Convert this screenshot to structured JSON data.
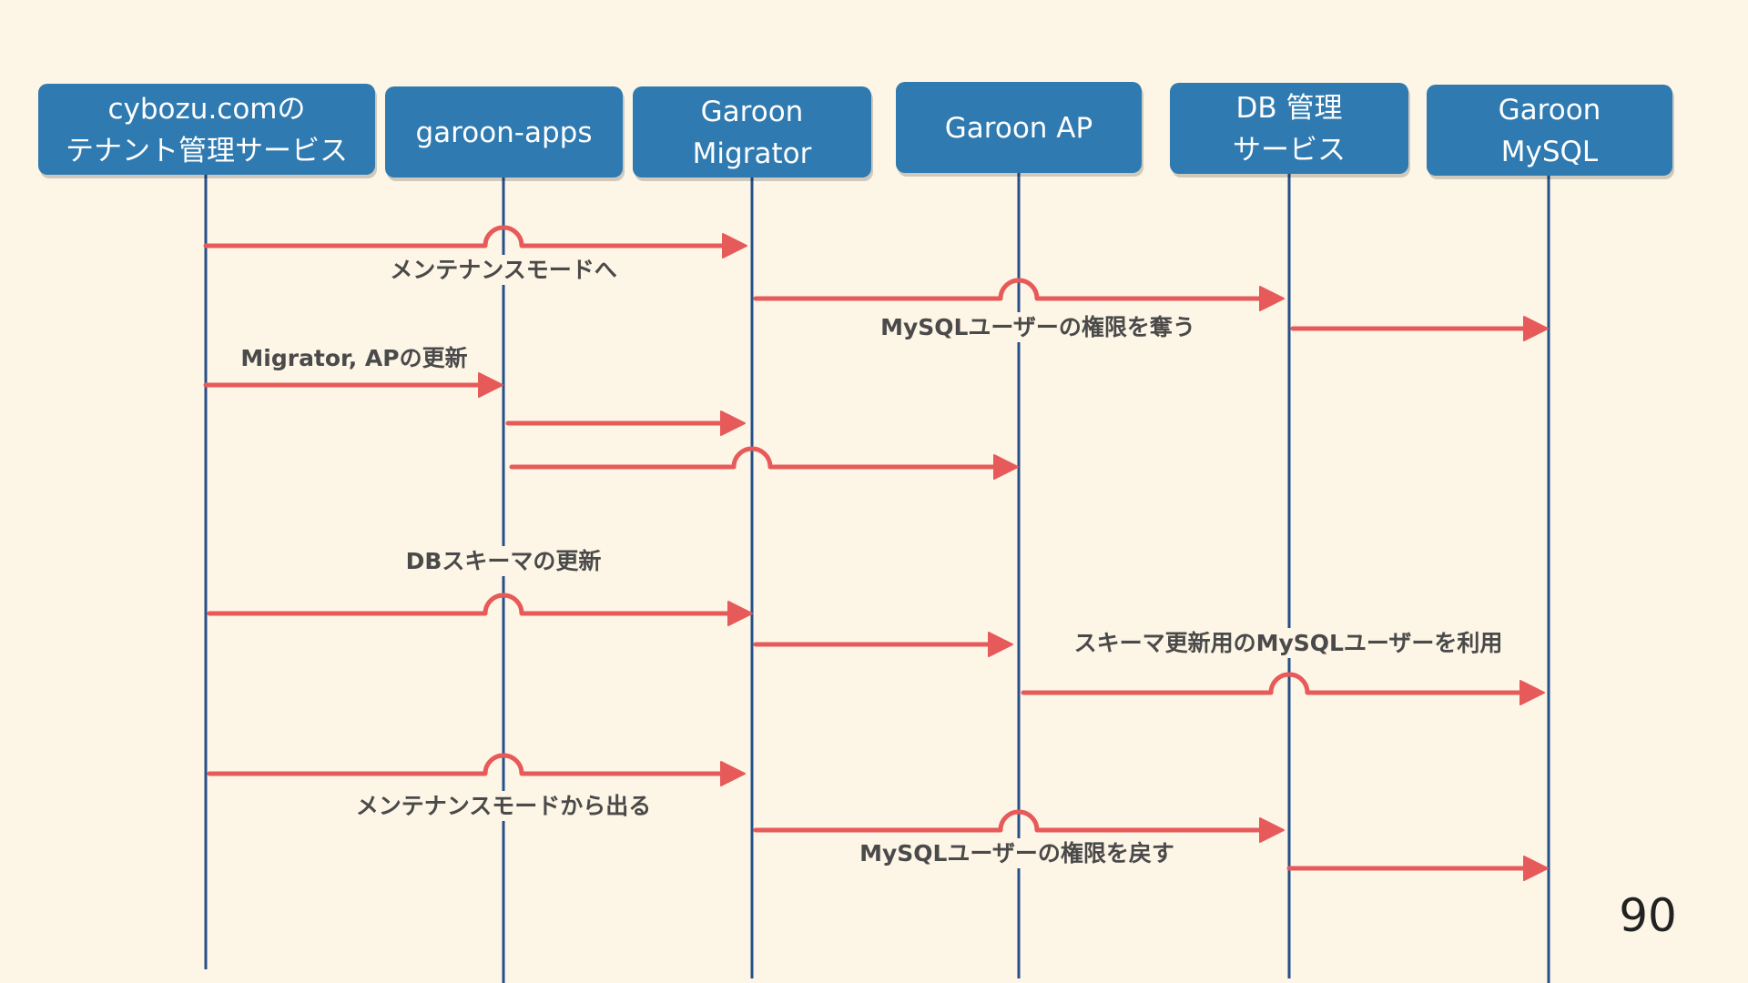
{
  "colors": {
    "background": "#fdf5e6",
    "box": "#2f7ab0",
    "box_text": "#ffffff",
    "lifeline": "#25508a",
    "arrow": "#e65a5a",
    "label": "#4a4a4a"
  },
  "participants": [
    {
      "id": "tenant",
      "lines": [
        "cybozu.comの",
        "テナント管理サービス"
      ]
    },
    {
      "id": "apps",
      "lines": [
        "garoon-apps"
      ]
    },
    {
      "id": "migrator",
      "lines": [
        "Garoon",
        "Migrator"
      ]
    },
    {
      "id": "ap",
      "lines": [
        "Garoon AP"
      ]
    },
    {
      "id": "db",
      "lines": [
        "DB 管理",
        "サービス"
      ]
    },
    {
      "id": "mysql",
      "lines": [
        "Garoon",
        "MySQL"
      ]
    }
  ],
  "messages": [
    {
      "from": "tenant",
      "to": "migrator",
      "label": "メンテナンスモードへ",
      "label_pos": "below"
    },
    {
      "from": "migrator",
      "to": "db",
      "label": "MySQLユーザーの権限を奪う",
      "label_pos": "below"
    },
    {
      "from": "db",
      "to": "mysql",
      "label": ""
    },
    {
      "from": "tenant",
      "to": "apps",
      "label": "Migrator, APの更新",
      "label_pos": "above"
    },
    {
      "from": "apps",
      "to": "migrator",
      "label": ""
    },
    {
      "from": "apps",
      "to": "ap",
      "label": ""
    },
    {
      "from": "tenant",
      "to": "migrator",
      "label": "DBスキーマの更新",
      "label_pos": "above"
    },
    {
      "from": "migrator",
      "to": "ap",
      "label": ""
    },
    {
      "from": "ap",
      "to": "mysql",
      "label": "スキーマ更新用のMySQLユーザーを利用",
      "label_pos": "above"
    },
    {
      "from": "tenant",
      "to": "migrator",
      "label": "メンテナンスモードから出る",
      "label_pos": "below"
    },
    {
      "from": "migrator",
      "to": "db",
      "label": "MySQLユーザーの権限を戻す",
      "label_pos": "below"
    },
    {
      "from": "db",
      "to": "mysql",
      "label": ""
    }
  ],
  "page_number": "90"
}
